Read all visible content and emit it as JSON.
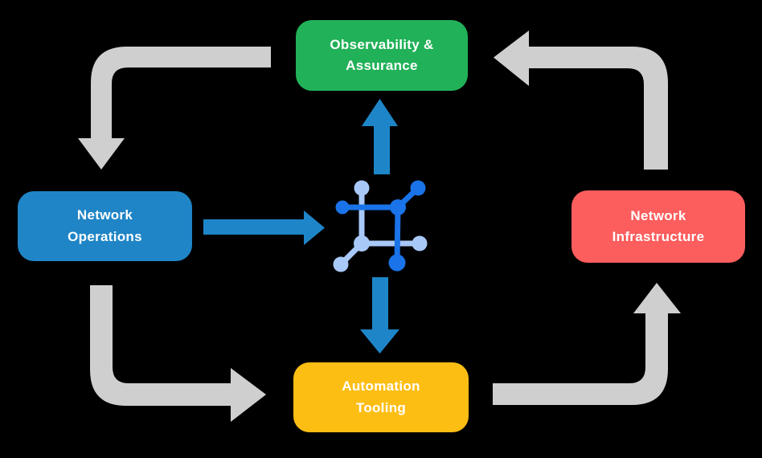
{
  "diagram": {
    "nodes": [
      {
        "id": "observability-assurance",
        "label": "Observability &\nAssurance",
        "color": "#21B158"
      },
      {
        "id": "network-operations",
        "label": "Network\nOperations",
        "color": "#1F85C6"
      },
      {
        "id": "network-infrastructure",
        "label": "Network\nInfrastructure",
        "color": "#FC5D5D"
      },
      {
        "id": "automation-tooling",
        "label": "Automation\nTooling",
        "color": "#FDBE14"
      }
    ],
    "hub_icon": "network-automation-hub-icon",
    "arrows": {
      "gray_cycle": [
        {
          "from": "Observability & Assurance",
          "to": "Network Operations"
        },
        {
          "from": "Network Operations",
          "to": "Automation Tooling"
        },
        {
          "from": "Automation Tooling",
          "to": "Network Infrastructure"
        },
        {
          "from": "Network Infrastructure",
          "to": "Observability & Assurance"
        }
      ],
      "blue_hub": [
        {
          "from": "Network Operations",
          "to": "hub"
        },
        {
          "from": "hub",
          "to": "Observability & Assurance"
        },
        {
          "from": "hub",
          "to": "Automation Tooling"
        }
      ]
    },
    "colors": {
      "background": "#000000",
      "text": "#FFFFFF",
      "arrow_gray": "#CFCFCF",
      "arrow_blue": "#1E86C8",
      "icon_dark": "#1A73E8",
      "icon_light": "#A8C8F8"
    }
  }
}
